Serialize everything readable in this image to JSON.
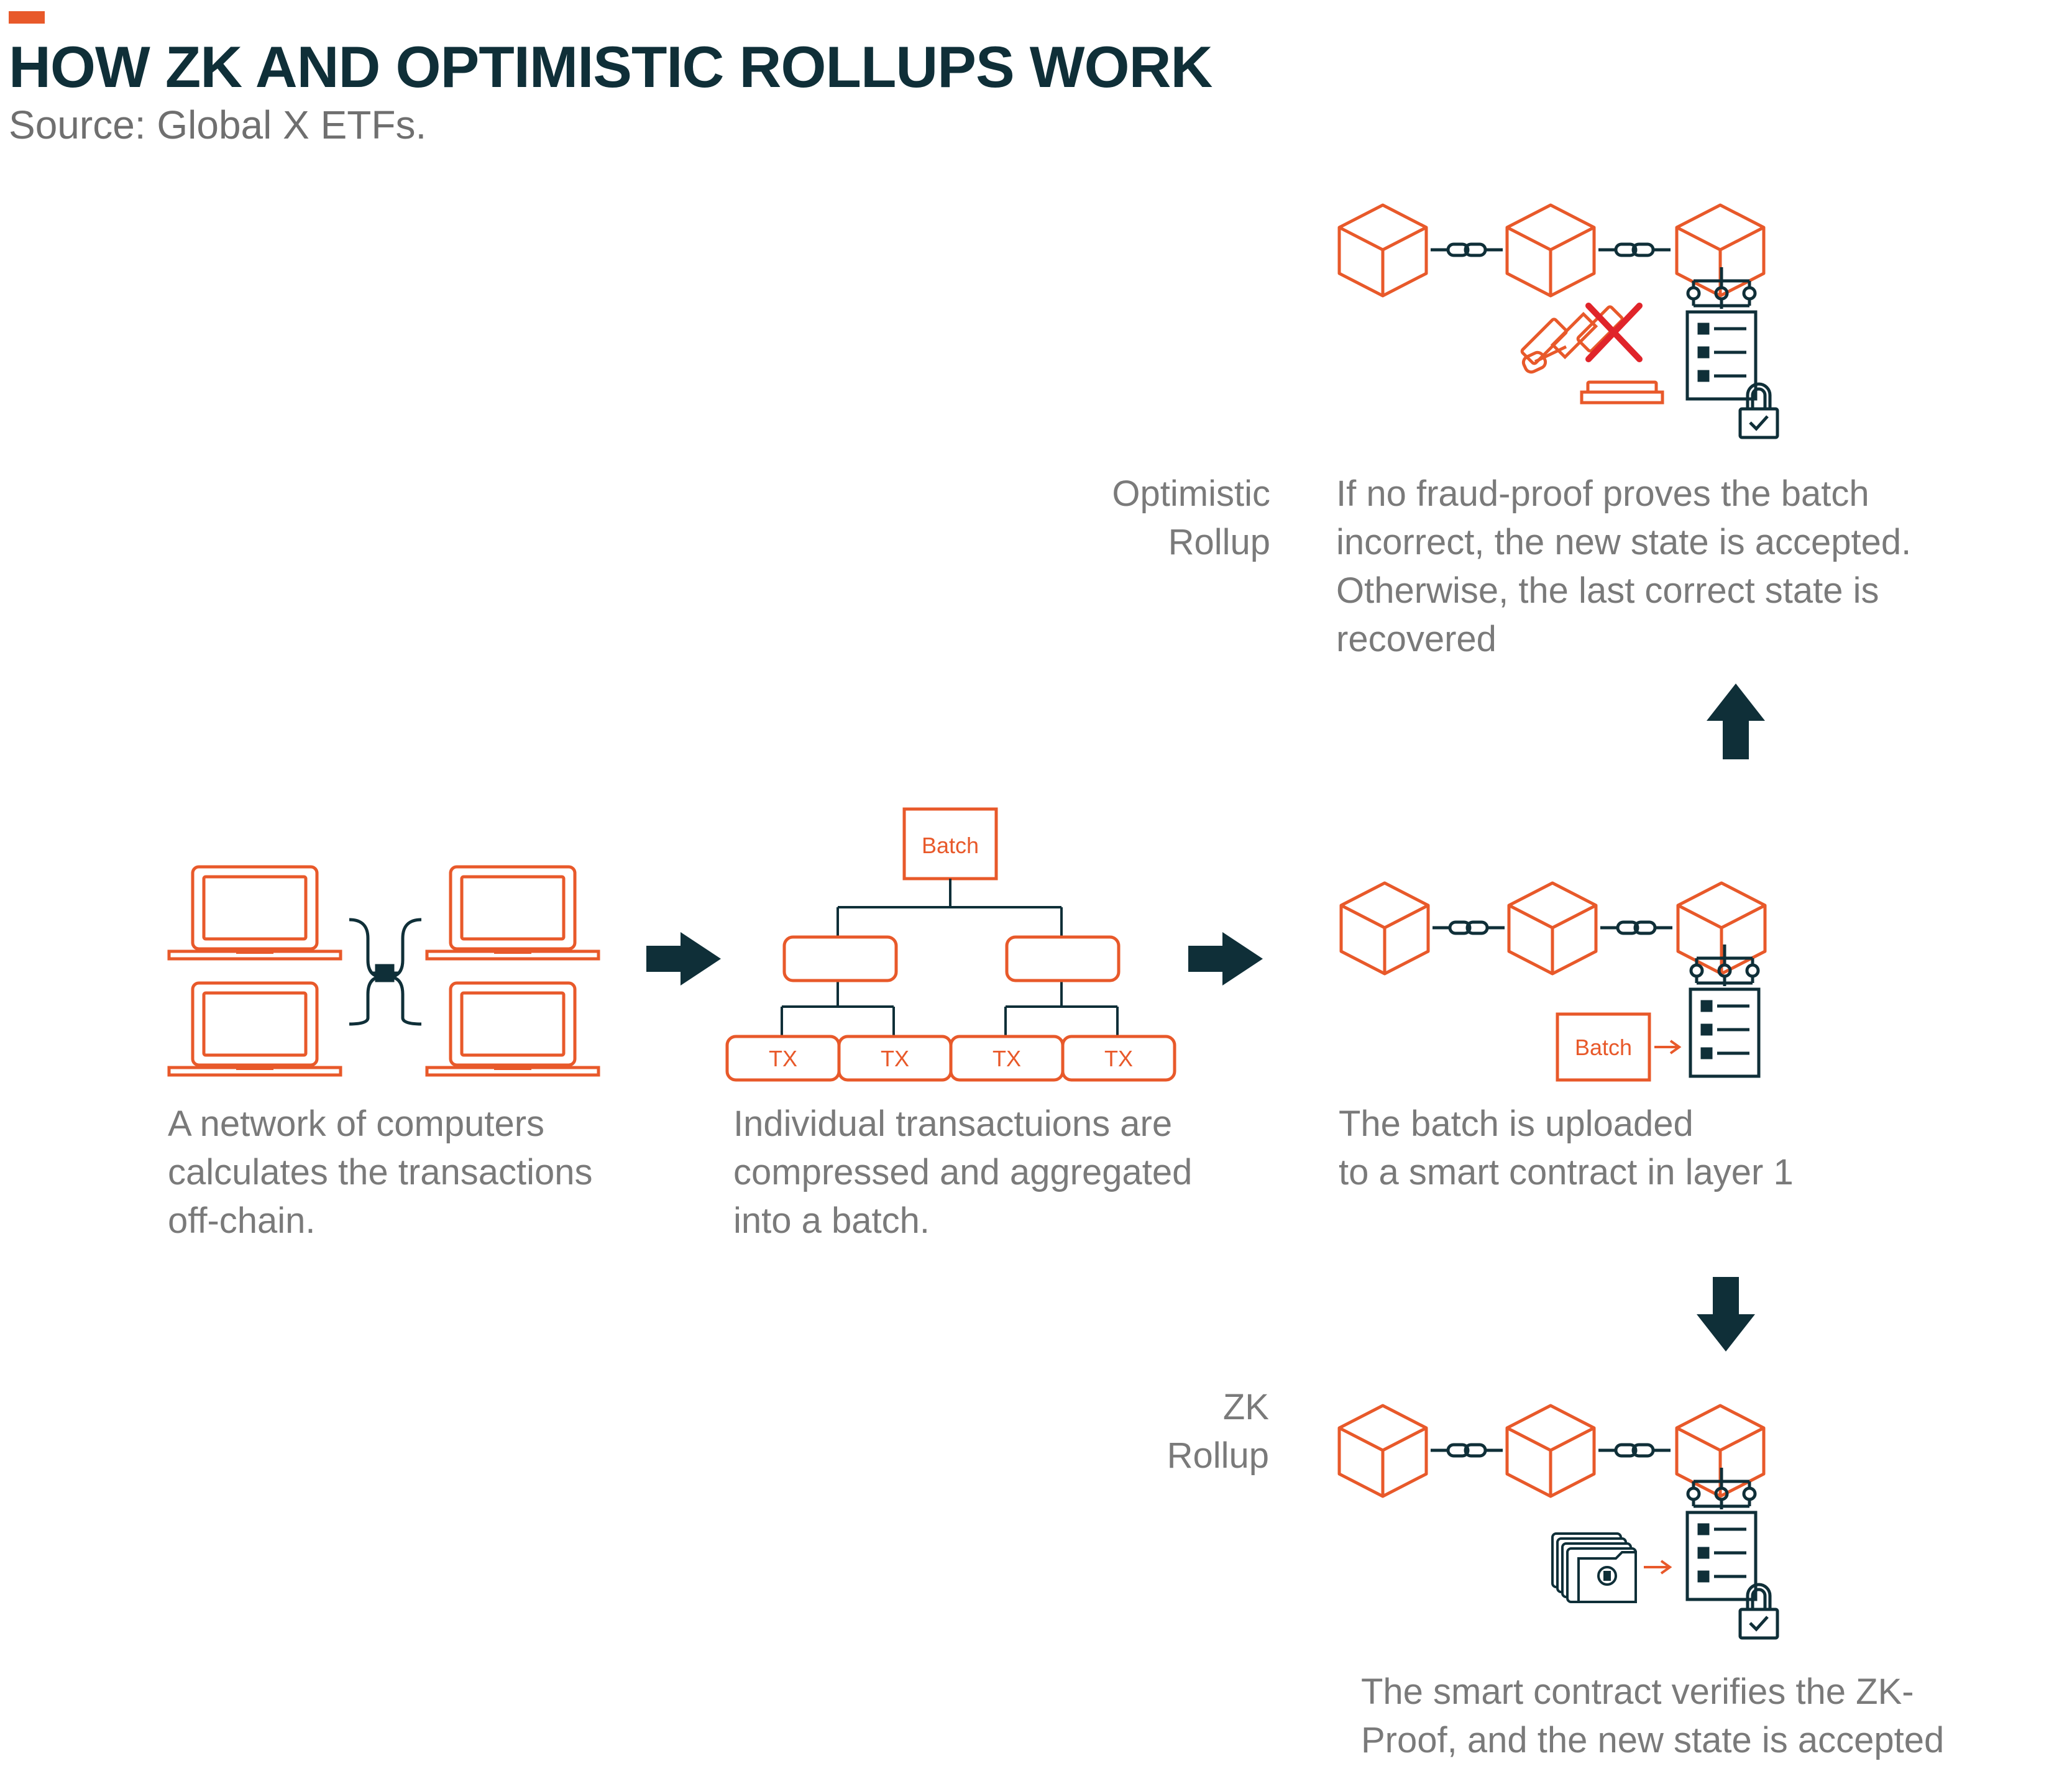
{
  "header": {
    "title": "HOW ZK AND OPTIMISTIC ROLLUPS WORK",
    "source": "Source: Global X ETFs."
  },
  "colors": {
    "accent": "#e8592a",
    "dark": "#0f2f38",
    "text_gray": "#7a7a7a",
    "cross_red": "#e0242a"
  },
  "steps": {
    "network": {
      "lines": [
        "A network of computers",
        "calculates the transactions",
        "off-chain."
      ]
    },
    "batching": {
      "lines": [
        "Individual transactuions are",
        "compressed and aggregated",
        "into a batch."
      ],
      "root_label": "Batch",
      "tx_labels": [
        "TX",
        "TX",
        "TX",
        "TX"
      ]
    },
    "upload": {
      "lines": [
        "The batch is uploaded",
        "to a smart contract in layer 1"
      ],
      "batch_label": "Batch"
    }
  },
  "optimistic": {
    "name_lines": [
      "Optimistic",
      "Rollup"
    ],
    "lines": [
      "If no fraud-proof proves the batch",
      "incorrect, the new state is accepted.",
      "Otherwise, the last correct state is",
      "recovered"
    ]
  },
  "zk": {
    "name_lines": [
      "ZK",
      "Rollup"
    ],
    "lines": [
      "The smart contract verifies the ZK-",
      "Proof, and the new state is accepted"
    ]
  },
  "icons": [
    "laptop-icon",
    "blockchain-cube-icon",
    "chain-link-icon",
    "smart-contract-icon",
    "padlock-check-icon",
    "gavel-icon",
    "cross-icon",
    "wallet-proof-icon",
    "arrow-right-icon",
    "arrow-up-icon",
    "arrow-down-icon"
  ]
}
